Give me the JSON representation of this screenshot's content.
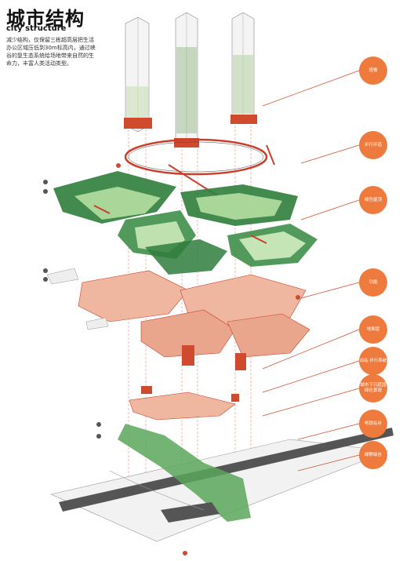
{
  "header": {
    "title": "城市结构",
    "subtitle": "city structure",
    "description": "减少结构，仅保留三栋超高层把生活办公区域压低到30m标高内，通过峡谷的复生态系统给场地带来自然的生命力，丰富人类活动类型。"
  },
  "labels": [
    {
      "text": "塔楼"
    },
    {
      "text": "步行环道"
    },
    {
      "text": "绿色屋顶"
    },
    {
      "text": "功能"
    },
    {
      "text": "地面层"
    },
    {
      "text": "出站 步行系统"
    },
    {
      "text": "城市下沉庭园 绿化景观"
    },
    {
      "text": "地铁站台"
    },
    {
      "text": "绿野级谷"
    }
  ],
  "colors": {
    "accent": "#ee7b3d",
    "green_dark": "#2f7d3c",
    "green_light": "#a9d79a",
    "red": "#c8402b",
    "salmon": "#f0b7a0"
  }
}
